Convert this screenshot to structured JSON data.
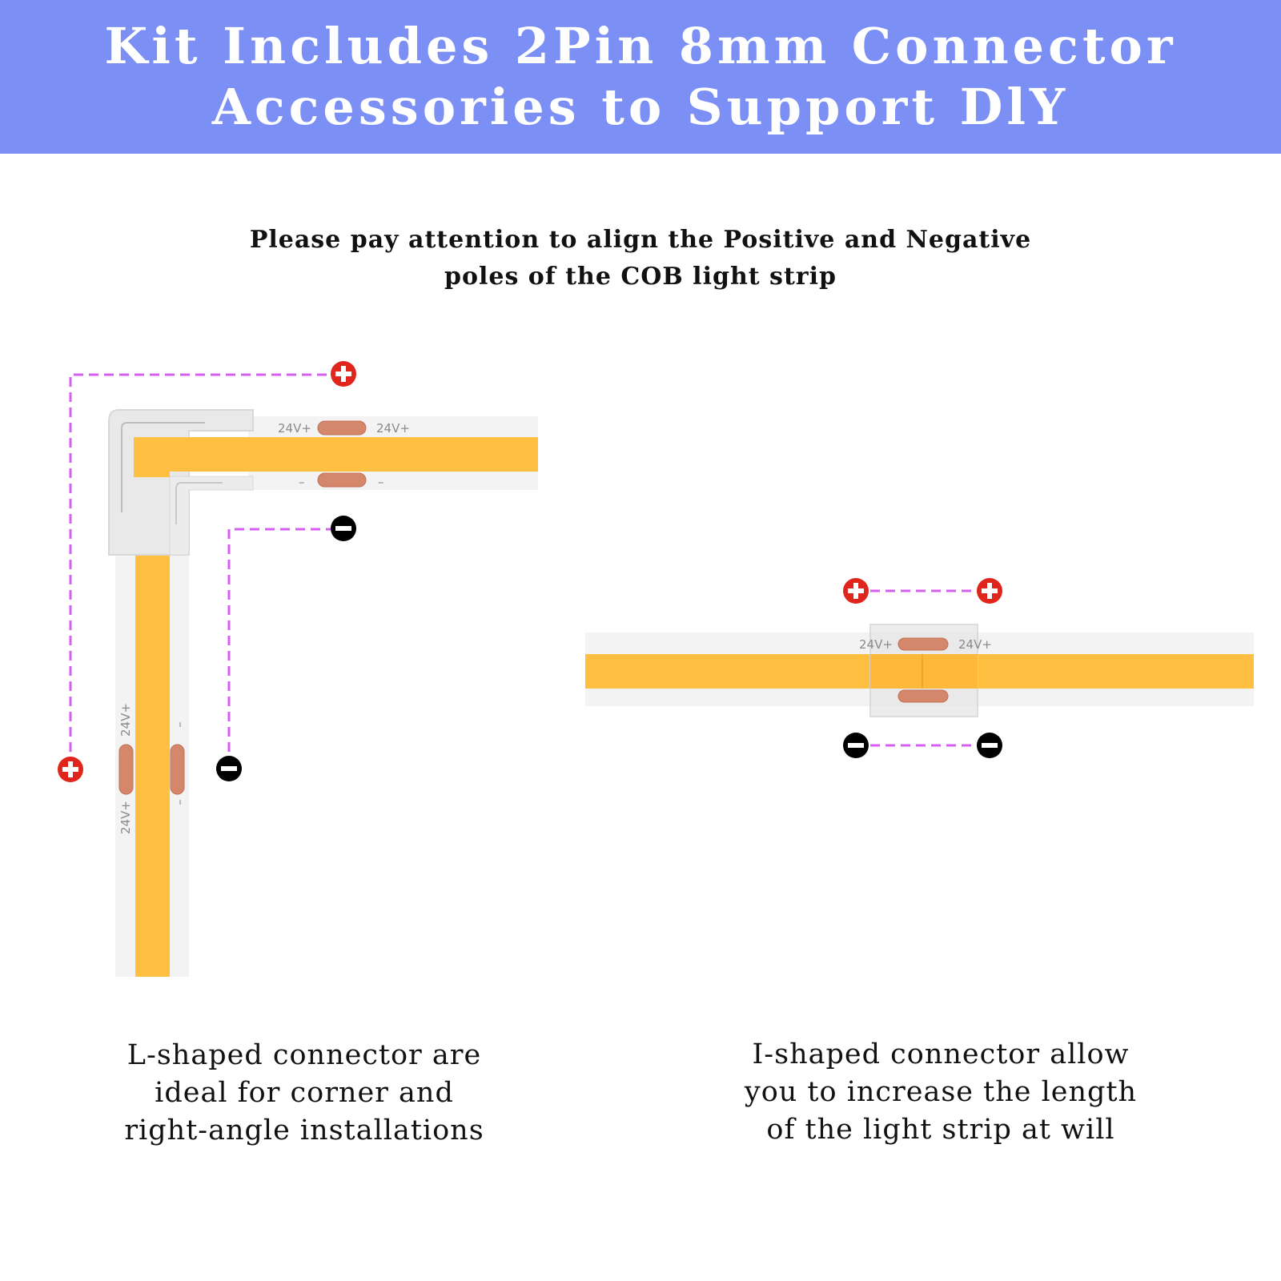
{
  "banner": {
    "line1": "Kit Includes 2Pin 8mm Connector",
    "line2": "Accessories to Support DlY"
  },
  "note": {
    "line1": "Please pay attention to align the Positive and Negative",
    "line2": "poles of the COB light strip"
  },
  "strip_label": "24V+",
  "minus_label": "–",
  "l_connector": {
    "caption": [
      "L-shaped connector are",
      "ideal for corner and",
      "right-angle installations"
    ]
  },
  "i_connector": {
    "caption": [
      "I-shaped connector allow",
      "you to increase the length",
      "of the light strip at will"
    ]
  },
  "colors": {
    "banner": "#7b8ff4",
    "cob": "#ffc042",
    "pad": "#d4876a",
    "positive_marker": "#e0261c",
    "negative_marker": "#000000",
    "dash_line": "#d65ff0"
  }
}
